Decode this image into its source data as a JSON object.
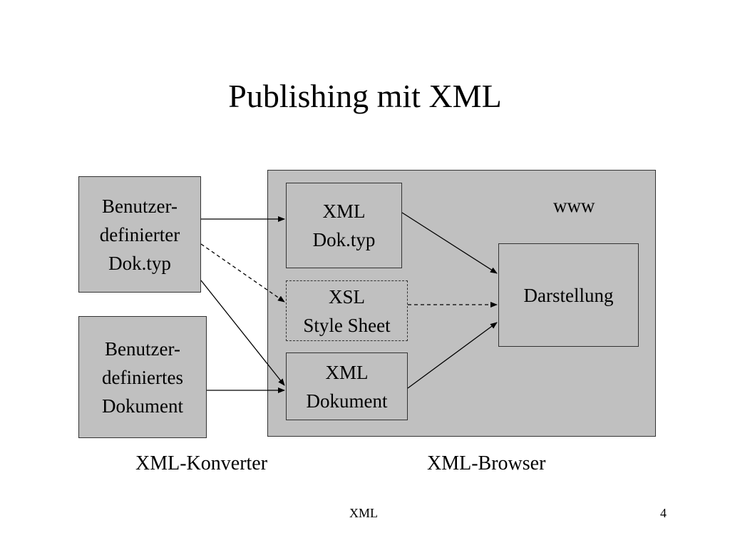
{
  "slide": {
    "title": "Publishing mit XML",
    "footer_text": "XML",
    "page_number": "4"
  },
  "diagram": {
    "boxes": {
      "user_doctype": "Benutzer-\ndefinierter\nDok.typ",
      "user_document": "Benutzer-\ndefiniertes\nDokument",
      "xml_doctype": "XML\nDok.typ",
      "xsl_stylesheet": "XSL\nStyle Sheet",
      "xml_document": "XML\nDokument",
      "rendering": "Darstellung"
    },
    "www_label": "www",
    "captions": {
      "converter": "XML-Konverter",
      "browser": "XML-Browser"
    }
  }
}
